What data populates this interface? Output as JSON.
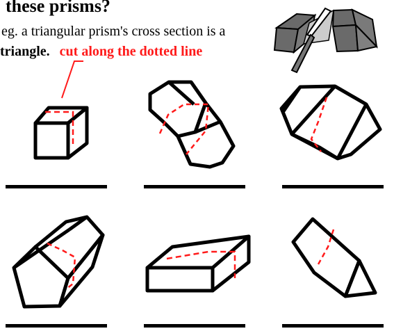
{
  "heading": {
    "title": "these prisms?",
    "line1": "eg. a triangular prism's cross section is a",
    "line2_bold": "triangle.",
    "annotation": "cut along the dotted line"
  },
  "colors": {
    "ink": "#000000",
    "cut_line": "#ff1a1a",
    "prism_gray": "#666666",
    "prism_light": "#c8c8c8"
  },
  "illustration": {
    "icon": "knife-cutting-prism-icon"
  },
  "prisms": [
    {
      "name": "cube"
    },
    {
      "name": "octagonal-prism"
    },
    {
      "name": "hexagonal-prism"
    },
    {
      "name": "pentagonal-prism"
    },
    {
      "name": "rectangular-prism"
    },
    {
      "name": "triangular-prism"
    }
  ]
}
